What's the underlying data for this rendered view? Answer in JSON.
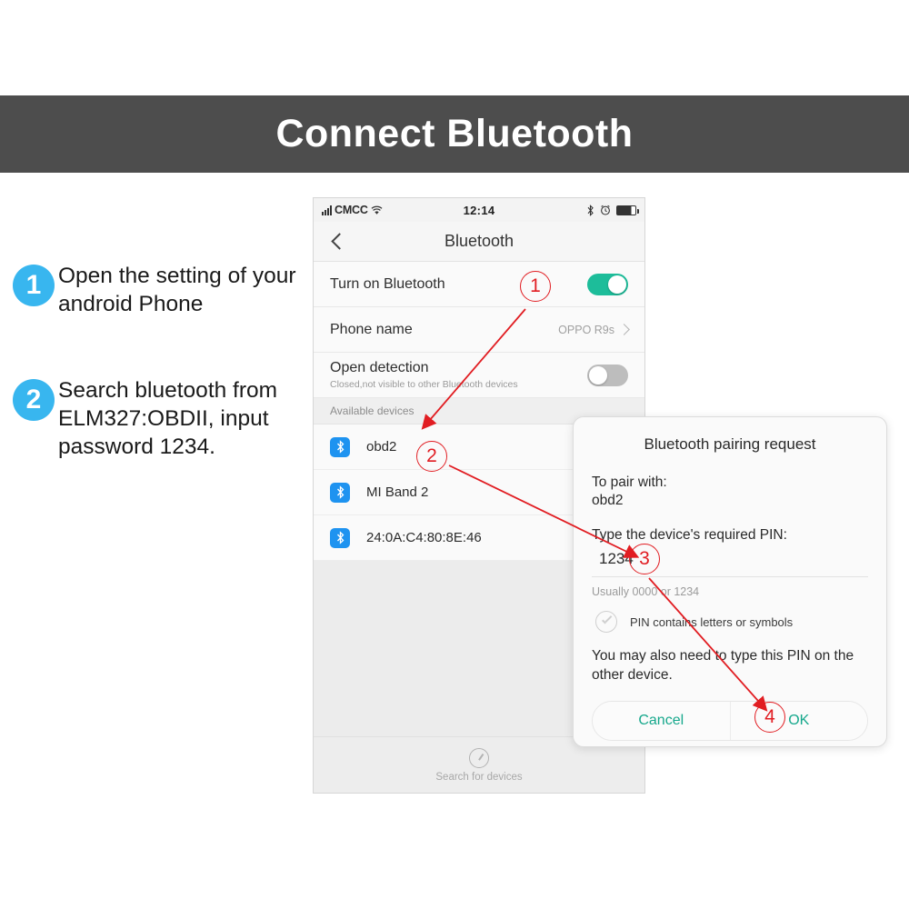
{
  "header": {
    "title": "Connect Bluetooth"
  },
  "instructions": [
    {
      "number": "1",
      "text": "Open the setting of your android Phone"
    },
    {
      "number": "2",
      "text": "Search bluetooth from ELM327:OBDII, input password 1234."
    }
  ],
  "phone": {
    "statusbar": {
      "carrier": "CMCC",
      "time": "12:14",
      "icons": [
        "signal-bars-icon",
        "wifi-icon",
        "bluetooth-icon",
        "alarm-clock-icon",
        "battery-icon"
      ]
    },
    "navbar": {
      "title": "Bluetooth",
      "back_icon": "back-chevron-icon"
    },
    "settings": [
      {
        "label": "Turn on Bluetooth",
        "sub": "",
        "control": "toggle",
        "state": "on"
      },
      {
        "label": "Phone name",
        "sub": "",
        "control": "value-chevron",
        "value": "OPPO R9s"
      },
      {
        "label": "Open detection",
        "sub": "Closed,not visible to other Bluetooth devices",
        "control": "toggle",
        "state": "off"
      }
    ],
    "devices_section_title": "Available devices",
    "devices": [
      {
        "name": "obd2"
      },
      {
        "name": "MI Band 2"
      },
      {
        "name": "24:0A:C4:80:8E:46"
      }
    ],
    "search_footer": {
      "label": "Search for devices",
      "icon": "search-radar-icon"
    }
  },
  "dialog": {
    "title": "Bluetooth pairing request",
    "pair_with_label": "To pair with:",
    "pair_with_device": "obd2",
    "pin_prompt": "Type the device's required PIN:",
    "pin_value": "1234",
    "pin_hint": "Usually 0000 or 1234",
    "checkbox_label": "PIN contains letters or symbols",
    "checkbox_state": "unchecked",
    "note": "You may also need to type this PIN on the other device.",
    "cancel_label": "Cancel",
    "ok_label": "OK"
  },
  "markers": [
    {
      "id": "1",
      "label": "1"
    },
    {
      "id": "2",
      "label": "2"
    },
    {
      "id": "3",
      "label": "3"
    },
    {
      "id": "4",
      "label": "4"
    }
  ],
  "colors": {
    "header_bg": "#4d4d4d",
    "bullet_blue": "#38b6ef",
    "toggle_on": "#1dbd9a",
    "accent_teal": "#16a88c",
    "marker_red": "#e11d22",
    "bt_badge_blue": "#1e93f0"
  }
}
